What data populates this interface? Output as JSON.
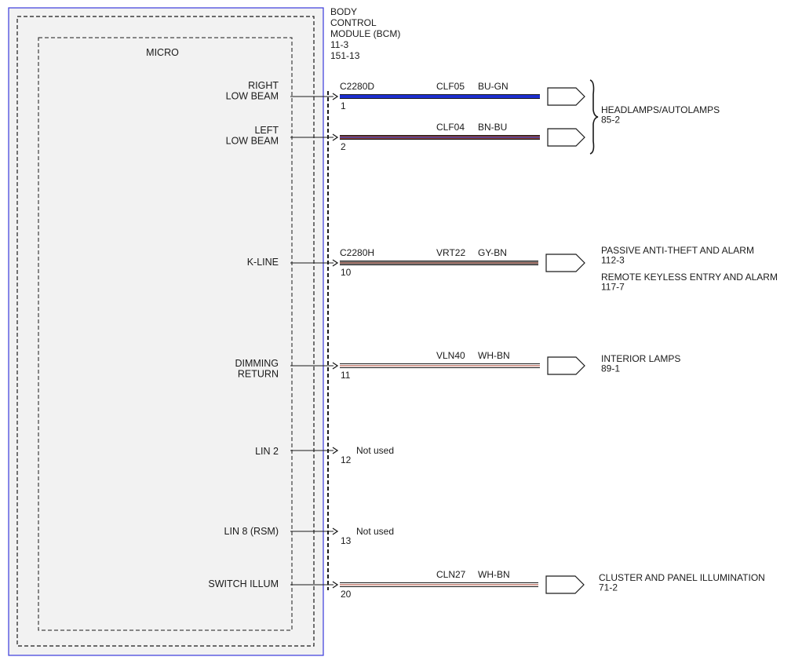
{
  "module": {
    "name_lines": [
      "BODY",
      "CONTROL",
      "MODULE (BCM)"
    ],
    "refs": [
      "11-3",
      "151-13"
    ],
    "micro_label": "MICRO",
    "frame_color": "#3a3adc"
  },
  "pins": [
    {
      "id": "right-low-beam",
      "label_lines": [
        "RIGHT",
        "LOW BEAM"
      ],
      "connector": "C2280D",
      "pin": "1",
      "circuit": "CLF05",
      "wire_color": "BU-GN",
      "wire_colors": [
        "#1d2fd0",
        "#1d2fd0"
      ],
      "dest_group": "headlamps"
    },
    {
      "id": "left-low-beam",
      "label_lines": [
        "LEFT",
        "LOW BEAM"
      ],
      "connector": "",
      "pin": "2",
      "circuit": "CLF04",
      "wire_color": "BN-BU",
      "wire_colors": [
        "#8a3a2a",
        "#3b4fd6"
      ],
      "dest_group": "headlamps"
    },
    {
      "id": "k-line",
      "label_lines": [
        "K-LINE"
      ],
      "connector": "C2280H",
      "pin": "10",
      "circuit": "VRT22",
      "wire_color": "GY-BN",
      "wire_colors": [
        "#8a8a8a",
        "#9a4a3a"
      ],
      "dest_group": "k-line"
    },
    {
      "id": "dimming-return",
      "label_lines": [
        "DIMMING",
        "RETURN"
      ],
      "connector": "",
      "pin": "11",
      "circuit": "VLN40",
      "wire_color": "WH-BN",
      "wire_colors": [
        "#ffffff",
        "#b25a4a"
      ],
      "dest_group": "interior"
    },
    {
      "id": "lin-2",
      "label_lines": [
        "LIN 2"
      ],
      "connector": "",
      "pin": "12",
      "circuit": "",
      "wire_color": "",
      "wire_colors": [],
      "note": "Not used",
      "dest_group": ""
    },
    {
      "id": "lin-8-rsm",
      "label_lines": [
        "LIN 8 (RSM)"
      ],
      "connector": "",
      "pin": "13",
      "circuit": "",
      "wire_color": "",
      "wire_colors": [],
      "note": "Not used",
      "dest_group": ""
    },
    {
      "id": "switch-illum",
      "label_lines": [
        "SWITCH ILLUM"
      ],
      "connector": "",
      "pin": "20",
      "circuit": "CLN27",
      "wire_color": "WH-BN",
      "wire_colors": [
        "#ffffff",
        "#b25a4a"
      ],
      "dest_group": "cluster"
    }
  ],
  "destinations": [
    {
      "id": "headlamps",
      "lines": [
        "HEADLAMPS/AUTOLAMPS",
        "85-2"
      ]
    },
    {
      "id": "k-line",
      "lines": [
        "PASSIVE ANTI-THEFT AND ALARM",
        "112-3",
        "REMOTE KEYLESS ENTRY AND ALARM",
        "117-7"
      ]
    },
    {
      "id": "interior",
      "lines": [
        "INTERIOR LAMPS",
        "89-1"
      ]
    },
    {
      "id": "cluster",
      "lines": [
        "CLUSTER AND PANEL ILLUMINATION",
        "71-2"
      ]
    }
  ]
}
